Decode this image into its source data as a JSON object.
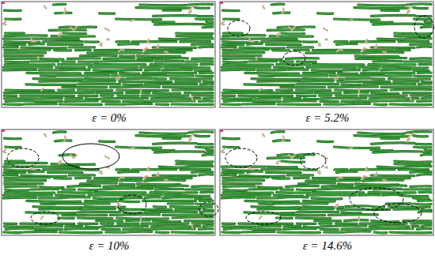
{
  "diagram": {
    "labels": [
      "ε = 0%",
      "ε = 5.2%",
      "ε = 10%",
      "ε = 14.6%"
    ]
  }
}
